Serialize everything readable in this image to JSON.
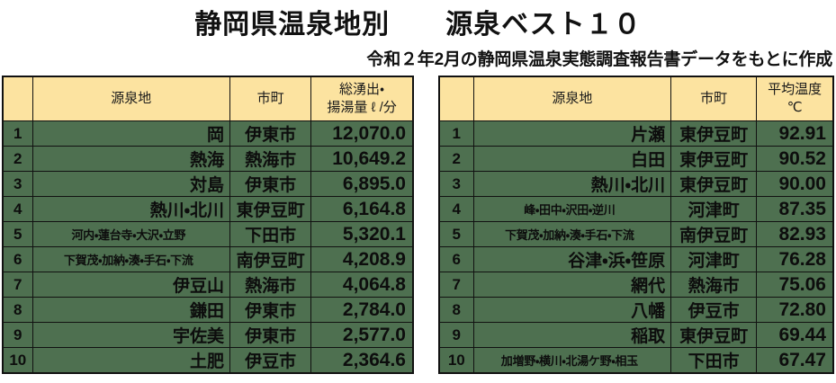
{
  "title": "静岡県温泉地別　　源泉ベスト１０",
  "subtitle": "令和２年2月の静岡県温泉実態調査報告書データをもとに作成",
  "colors": {
    "header_fill": "#fce3a0",
    "body_fill": "#4e7050",
    "border": "#111111",
    "text": "#111111"
  },
  "tables": [
    {
      "id": "left",
      "headers": {
        "rank": "",
        "name": "源泉地",
        "city": "市町",
        "value": "総湧出・\n揚湯量 ℓ /分"
      },
      "rows": [
        {
          "rank": "1",
          "name": "岡",
          "city": "伊東市",
          "value": "12,070.0"
        },
        {
          "rank": "2",
          "name": "熱海",
          "city": "熱海市",
          "value": "10,649.2"
        },
        {
          "rank": "3",
          "name": "対島",
          "city": "伊東市",
          "value": "6,895.0"
        },
        {
          "rank": "4",
          "name": "熱川・北川",
          "city": "東伊豆町",
          "value": "6,164.8"
        },
        {
          "rank": "5",
          "name": "河内・蓮台寺・大沢・立野",
          "city": "下田市",
          "value": "5,320.1"
        },
        {
          "rank": "6",
          "name": "下賀茂・加納・湊・手石・下流",
          "city": "南伊豆町",
          "value": "4,208.9"
        },
        {
          "rank": "7",
          "name": "伊豆山",
          "city": "熱海市",
          "value": "4,064.8"
        },
        {
          "rank": "8",
          "name": "鎌田",
          "city": "伊東市",
          "value": "2,784.0"
        },
        {
          "rank": "9",
          "name": "宇佐美",
          "city": "伊東市",
          "value": "2,577.0"
        },
        {
          "rank": "10",
          "name": "土肥",
          "city": "伊豆市",
          "value": "2,364.6"
        }
      ]
    },
    {
      "id": "right",
      "headers": {
        "rank": "",
        "name": "源泉地",
        "city": "市町",
        "value": "平均温度\n℃"
      },
      "rows": [
        {
          "rank": "1",
          "name": "片瀬",
          "city": "東伊豆町",
          "value": "92.91"
        },
        {
          "rank": "2",
          "name": "白田",
          "city": "東伊豆町",
          "value": "90.52"
        },
        {
          "rank": "3",
          "name": "熱川・北川",
          "city": "東伊豆町",
          "value": "90.00"
        },
        {
          "rank": "4",
          "name": "峰・田中・沢田・逆川",
          "city": "河津町",
          "value": "87.35"
        },
        {
          "rank": "5",
          "name": "下賀茂・加納・湊・手石・下流",
          "city": "南伊豆町",
          "value": "82.93"
        },
        {
          "rank": "6",
          "name": "谷津・浜・笹原",
          "city": "河津町",
          "value": "76.28"
        },
        {
          "rank": "7",
          "name": "網代",
          "city": "熱海市",
          "value": "75.06"
        },
        {
          "rank": "8",
          "name": "八幡",
          "city": "伊豆市",
          "value": "72.80"
        },
        {
          "rank": "9",
          "name": "稲取",
          "city": "東伊豆町",
          "value": "69.44"
        },
        {
          "rank": "10",
          "name": "加増野・横川・北湯ケ野・相玉",
          "city": "下田市",
          "value": "67.47"
        }
      ]
    }
  ]
}
